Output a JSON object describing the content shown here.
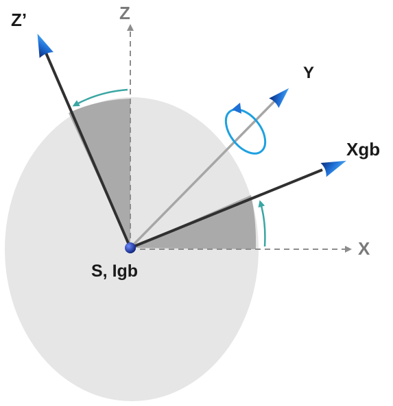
{
  "diagram": {
    "labels": {
      "z_prime": "Z’",
      "z": "Z",
      "y": "Y",
      "xgb": "Xgb",
      "x": "X",
      "origin": "S, Igb"
    },
    "colors": {
      "disk": "#e6e6e6",
      "wedge": "#aaaaaa",
      "dark_axis": "#303030",
      "light_axis": "#a6a6a6",
      "dashed_axis": "#8c8c8c",
      "arrow_blue": "#1f6fd6",
      "arc_teal": "#3aa6a3",
      "rotation_ring": "#1ea0e0",
      "label_dark": "#1a1a1a",
      "label_grey": "#7a7a7a"
    }
  }
}
